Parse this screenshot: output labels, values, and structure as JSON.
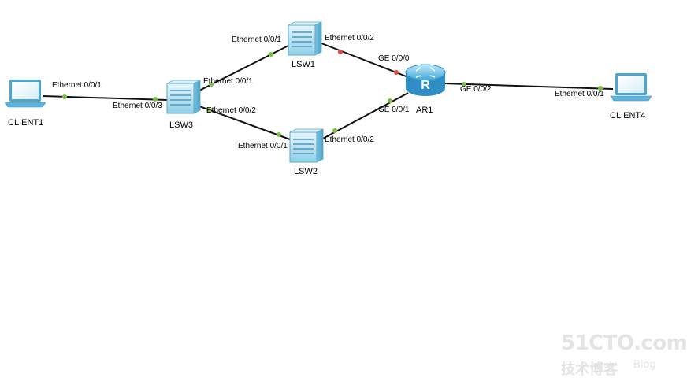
{
  "devices": {
    "client1": "CLIENT1",
    "client4": "CLIENT4",
    "lsw1": "LSW1",
    "lsw2": "LSW2",
    "lsw3": "LSW3",
    "ar1": "AR1"
  },
  "ports": {
    "client1_e001": "Ethernet 0/0/1",
    "lsw3_e003": "Ethernet 0/0/3",
    "lsw3_e001": "Ethernet 0/0/1",
    "lsw3_e002": "Ethernet 0/0/2",
    "lsw1_e001": "Ethernet 0/0/1",
    "lsw1_e002": "Ethernet 0/0/2",
    "lsw2_e001": "Ethernet 0/0/1",
    "lsw2_e002": "Ethernet 0/0/2",
    "ar1_ge000": "GE 0/0/0",
    "ar1_ge001": "GE 0/0/1",
    "ar1_ge002": "GE 0/0/2",
    "client4_e001": "Ethernet 0/0/1"
  },
  "port_status_colors": {
    "up": "#7ac143",
    "down": "#e2463b"
  },
  "watermark": {
    "brand": "51CTO.com",
    "sub": "技术博客",
    "blog": "Blog"
  }
}
